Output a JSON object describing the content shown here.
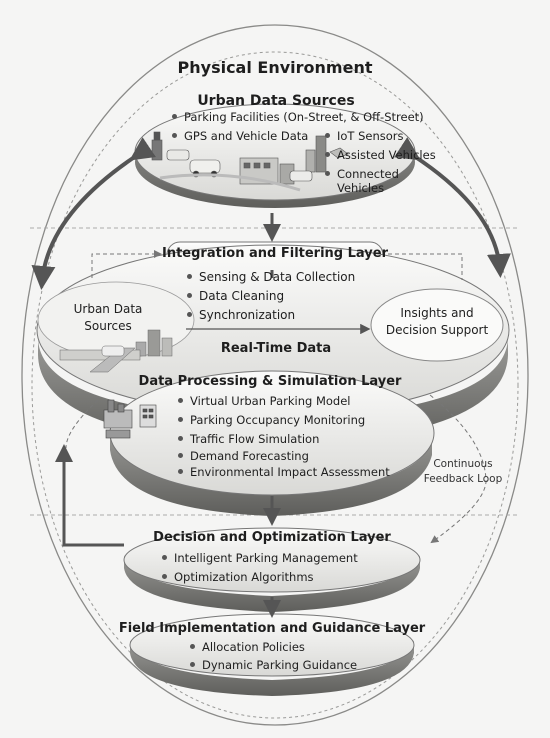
{
  "physical_environment": "Physical Environment",
  "urban_sources": {
    "title": "Urban Data Sources",
    "items": [
      "Parking Facilities (On-Street, & Off-Street)",
      "GPS and Vehicle Data",
      "IoT Sensors",
      "Assisted Vehicles",
      "Connected",
      "Vehicles"
    ]
  },
  "integration": {
    "title": "Integration and Filtering Layer",
    "items": [
      "Sensing & Data Collection",
      "Data Cleaning",
      "Synchronization"
    ]
  },
  "realtime": {
    "left_line1": "Urban Data",
    "left_line2": "Sources",
    "right_line1": "Insights and",
    "right_line2": "Decision Support",
    "label": "Real-Time Data"
  },
  "processing": {
    "title": "Data Processing & Simulation Layer",
    "items": [
      "Virtual Urban Parking Model",
      "Parking Occupancy Monitoring",
      "Traffic Flow Simulation",
      "Demand Forecasting",
      "Environmental Impact Assessment"
    ]
  },
  "feedback": {
    "line1": "Continuous",
    "line2": "Feedback Loop"
  },
  "decision": {
    "title": "Decision and Optimization Layer",
    "items": [
      "Intelligent Parking Management",
      "Optimization Algorithms"
    ]
  },
  "field": {
    "title": "Field Implementation and Guidance Layer",
    "items": [
      "Allocation Policies",
      "Dynamic Parking Guidance"
    ]
  }
}
